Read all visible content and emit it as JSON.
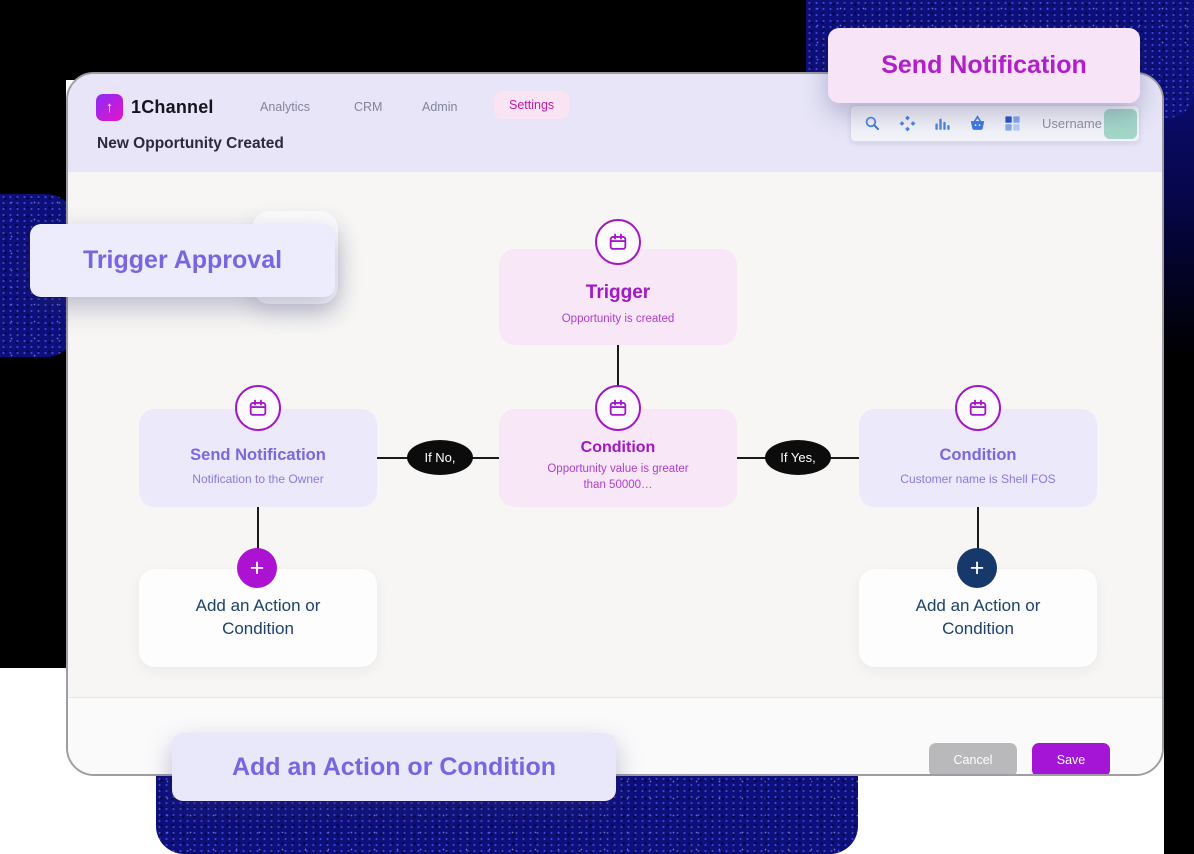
{
  "colors": {
    "accent_magenta": "#a316c4",
    "accent_purple": "#7b68de",
    "node_pink_bg": "#f8e7f7",
    "node_lavender_bg": "#ebe9fa",
    "header_bg": "#e7e5f7",
    "noise_navy": "#0d0f7a",
    "frame_black": "#000000",
    "save_bg": "#a415d6",
    "cancel_bg": "#b9b8ba",
    "edge_black": "#1a1a1a",
    "plus_left_bg": "#ab12d1",
    "plus_right_bg": "#17386b",
    "avatar_teal": "#a4d7c9"
  },
  "floating_labels": {
    "send_notification": "Send Notification",
    "trigger_approval": "Trigger Approval",
    "add_action": "Add an Action or Condition"
  },
  "app": {
    "header": {
      "logo_glyph": "↑",
      "brand": "1Channel",
      "nav": [
        {
          "label": "Analytics"
        },
        {
          "label": "CRM"
        },
        {
          "label": "Admin"
        },
        {
          "label": "Settings",
          "active": true
        }
      ],
      "page_title": "New Opportunity Created",
      "toolbar": {
        "icons": [
          "search-icon",
          "move-icon",
          "bar-chart-icon",
          "basket-icon",
          "grid-icon"
        ],
        "username": "Username"
      }
    },
    "canvas": {
      "nodes": {
        "trigger": {
          "title": "Trigger",
          "subtitle": "Opportunity is created"
        },
        "condition_center": {
          "title": "Condition",
          "subtitle": "Opportunity value is greater than 50000…"
        },
        "send_notification": {
          "title": "Send Notification",
          "subtitle": "Notification to the Owner"
        },
        "condition_right": {
          "title": "Condition",
          "subtitle": "Customer name is Shell FOS"
        },
        "add_left": {
          "label": "Add an Action or Condition",
          "plus_glyph": "+"
        },
        "add_right": {
          "label": "Add an Action or Condition",
          "plus_glyph": "+"
        }
      },
      "edges": {
        "if_no": "If No,",
        "if_yes": "If Yes,"
      }
    },
    "footer": {
      "cancel": "Cancel",
      "save": "Save"
    }
  }
}
